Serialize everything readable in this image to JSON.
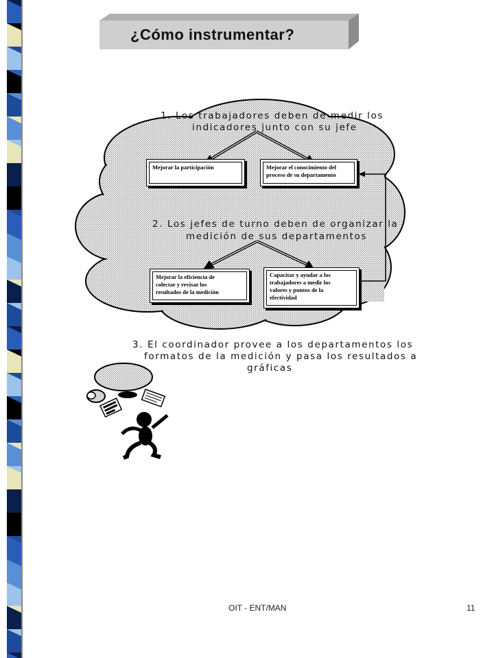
{
  "slide": {
    "title": "¿Cómo instrumentar?",
    "stripe_colors": [
      "#2b5cb8",
      "#0a1f4a",
      "#5a8fd6",
      "#000000",
      "#e8e6b8",
      "#1e4a9a",
      "#9ec3ea"
    ],
    "steps": [
      {
        "line1": "1. Los trabajadores deben de medir los",
        "line2": "indicadores junto con su jefe"
      },
      {
        "line1": "2. Los jefes de turno deben de organizar la",
        "line2": "medición de sus departamentos"
      },
      {
        "line1": "3. El coordinador  provee a los departamentos  los",
        "line2": "formatos de la medición y pasa los resultados a",
        "line3": "gráficas"
      }
    ],
    "boxes": {
      "b1": "Mejorar la participación",
      "b2_l1": "Mejorar el conocimiento del",
      "b2_l2": "proceso de su departamento",
      "b3_l1": "Mejorar la eficiencia de",
      "b3_l2": "colectar y revisar los",
      "b3_l3": "resultados de la medición",
      "b4_l1": "Capacitar y ayudar a los",
      "b4_l2": "trabajadores a medir los",
      "b4_l3": "valores y puntos de la",
      "b4_l4": "efectividad"
    },
    "footer_center": "OIT  - ENT/MAN",
    "page_number": "11"
  }
}
